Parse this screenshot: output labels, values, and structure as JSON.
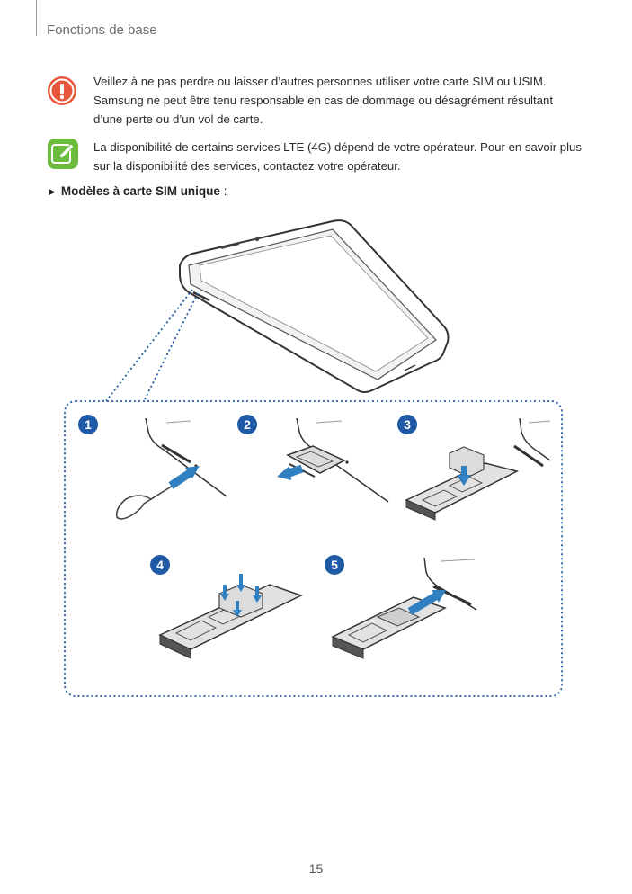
{
  "header": {
    "section_title": "Fonctions de base"
  },
  "notices": [
    {
      "icon": "caution-icon",
      "color": "#e8573a",
      "lines": [
        "Veillez à ne pas perdre ou laisser d’autres personnes utiliser votre carte SIM ou USIM.",
        "Samsung ne peut être tenu responsable en cas de dommage ou désagrément résultant",
        "d’une perte ou d’un vol de carte."
      ]
    },
    {
      "icon": "note-pen-icon",
      "color": "#6cbc3e",
      "lines": [
        "La disponibilité de certains services LTE (4G) dépend de votre opérateur. Pour en savoir plus",
        "sur la disponibilité des services, contactez votre opérateur."
      ]
    }
  ],
  "subheading": {
    "arrow": "►",
    "bold": "Modèles à carte SIM unique",
    "rest": " :"
  },
  "steps": [
    "1",
    "2",
    "3",
    "4",
    "5"
  ],
  "colors": {
    "step_badge": "#1f5aa6",
    "arrow": "#2f7fc1",
    "dotted": "#1f5aa6"
  },
  "footer": {
    "page_number": "15"
  }
}
